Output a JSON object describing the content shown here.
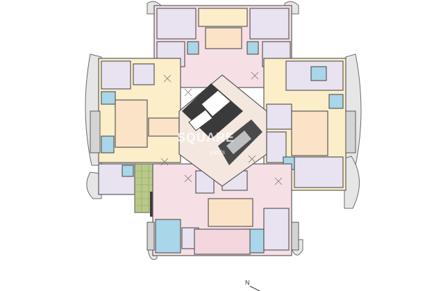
{
  "north_label": "N",
  "watermark": "SQUARE",
  "watermark_sub": "yards",
  "colors": {
    "wall": "#5a5a5a",
    "living_pink": "#f7dfe6",
    "living_yellow": "#fbeec8",
    "bedroom": "#e9e2f0",
    "toilet": "#a9d6e8",
    "kitchen": "#d7eef5",
    "balcony_grey": "#d4d4d4",
    "green_deck": "#b8c98a",
    "core_dark": "#3a3a3a"
  },
  "legend_icons": [
    "north-arrow-icon"
  ]
}
